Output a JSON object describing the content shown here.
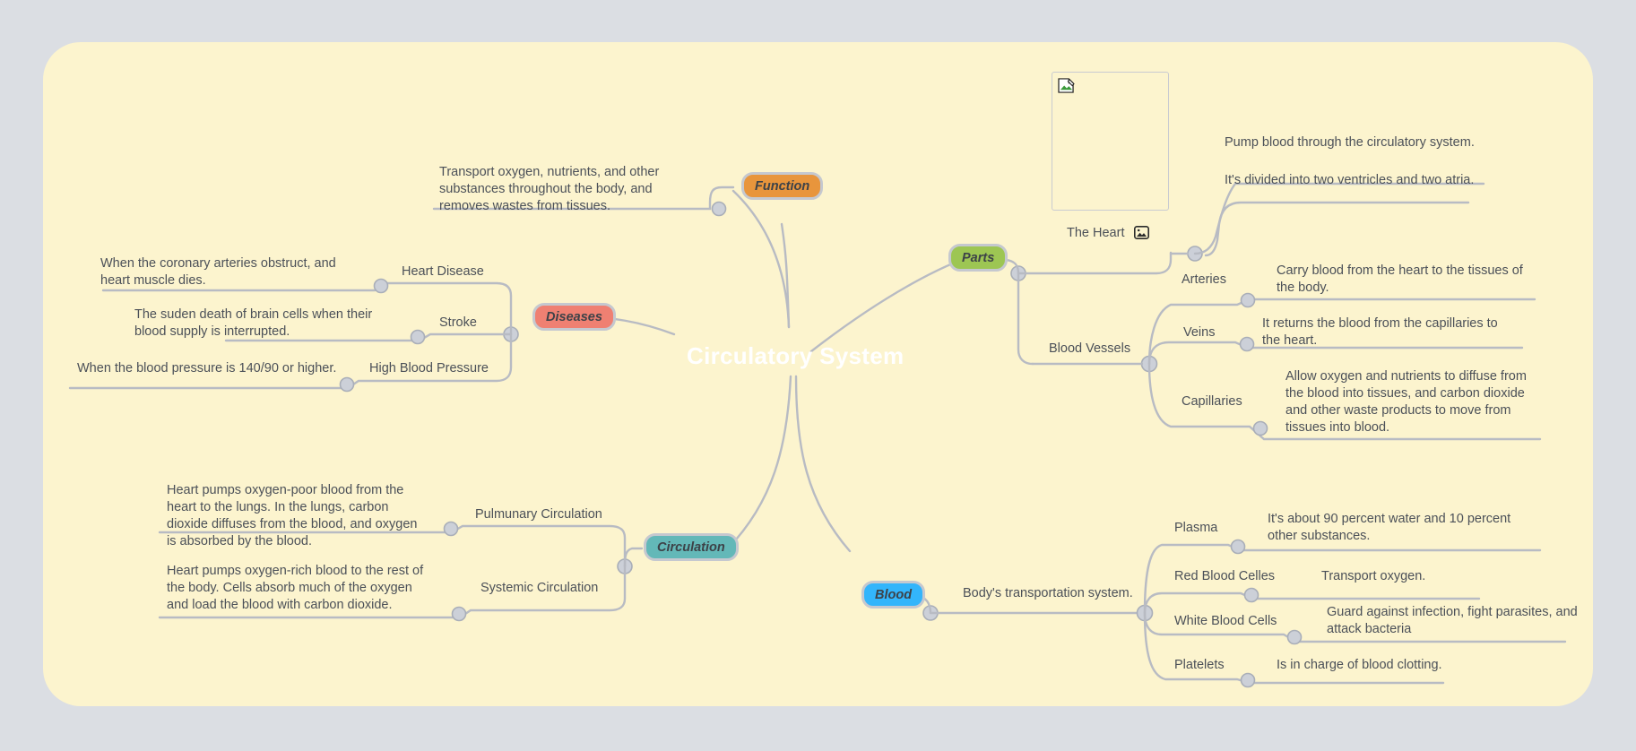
{
  "canvas": {
    "background_color": "#fcf4ce",
    "page_background_color": "#dbdee3"
  },
  "center": {
    "title": "Circulatory System",
    "color": "#ffffff"
  },
  "branches": [
    {
      "key": "function",
      "label": "Function",
      "color": "#e8953c",
      "border_color": "#c5c8cf",
      "children": [
        {
          "label": "Transport oxygen, nutrients, and other substances throughout the body, and removes wastes from tissues."
        }
      ]
    },
    {
      "key": "diseases",
      "label": "Diseases",
      "color": "#ef8072",
      "border_color": "#c5c8cf",
      "children": [
        {
          "label": "Heart Disease",
          "note": "When the coronary arteries obstruct, and heart muscle dies."
        },
        {
          "label": "Stroke",
          "note": "The suden death of brain cells when their blood supply is interrupted."
        },
        {
          "label": "High Blood Pressure",
          "note": "When the blood pressure is 140/90 or higher."
        }
      ]
    },
    {
      "key": "circulation",
      "label": "Circulation",
      "color": "#63b8b8",
      "border_color": "#c5c8cf",
      "children": [
        {
          "label": "Pulmunary Circulation",
          "note": "Heart pumps oxygen-poor blood from the heart to the lungs. In the lungs, carbon dioxide diffuses from the blood, and oxygen is absorbed by the blood."
        },
        {
          "label": "Systemic Circulation",
          "note": "Heart pumps oxygen-rich blood to the rest of the body. Cells absorb much of the oxygen and load the blood with carbon dioxide."
        }
      ]
    },
    {
      "key": "parts",
      "label": "Parts",
      "color": "#9dc653",
      "border_color": "#c5c8cf",
      "children": [
        {
          "label": "The Heart",
          "has_image": true,
          "image_icon": "image-icon",
          "broken_image_icon": "broken-image-icon",
          "notes": [
            "Pump blood through the circulatory system.",
            "It's divided into two ventricles and two atria."
          ]
        },
        {
          "label": "Blood Vessels",
          "subtopics": [
            {
              "label": "Arteries",
              "note": "Carry blood from the heart to the tissues of the body."
            },
            {
              "label": "Veins",
              "note": "It returns the blood from the capillaries to the heart."
            },
            {
              "label": "Capillaries",
              "note": "Allow oxygen and nutrients to diffuse from the blood into tissues, and carbon dioxide and other waste products to move from tissues into blood."
            }
          ]
        }
      ]
    },
    {
      "key": "blood",
      "label": "Blood",
      "color": "#33b5fb",
      "border_color": "#c5c8cf",
      "children": [
        {
          "label": "Body's transportation system.",
          "subtopics": [
            {
              "label": "Plasma",
              "note": "It's about 90 percent water and 10 percent other substances."
            },
            {
              "label": "Red Blood Celles",
              "note": "Transport oxygen."
            },
            {
              "label": "White Blood Cells",
              "note": "Guard against infection, fight parasites, and attack bacteria"
            },
            {
              "label": "Platelets",
              "note": "Is in charge of blood clotting."
            }
          ]
        }
      ]
    }
  ],
  "image_card": {
    "caption": "The Heart"
  },
  "style": {
    "connector_line_color": "#b8bbc3",
    "connector_dot_fill": "#ccd0d8",
    "connector_dot_stroke": "#a9aeb8",
    "text_color": "#4b5058"
  }
}
